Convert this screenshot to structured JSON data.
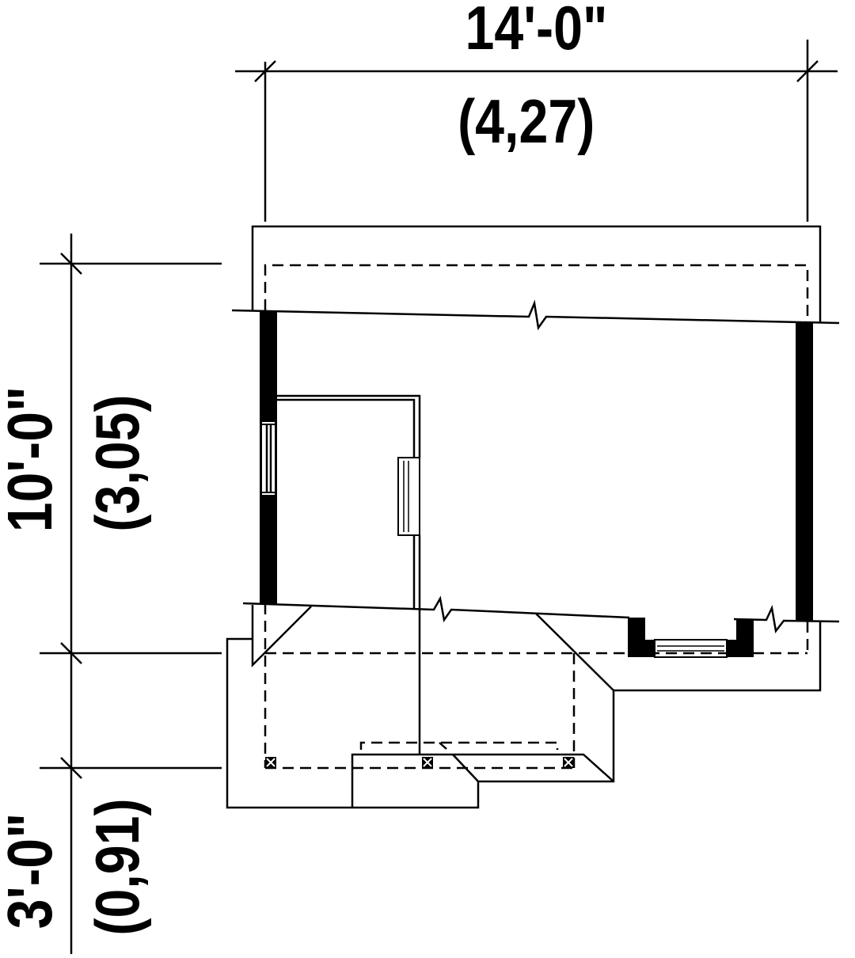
{
  "dimensions": {
    "width": {
      "imperial": "14'-0\"",
      "metric": "(4,27)"
    },
    "depth": {
      "imperial": "10'-0\"",
      "metric": "(3,05)"
    },
    "porch": {
      "imperial": "3'-0\"",
      "metric": "(0,91)"
    }
  },
  "colors": {
    "line": "#000000",
    "background": "#ffffff"
  }
}
